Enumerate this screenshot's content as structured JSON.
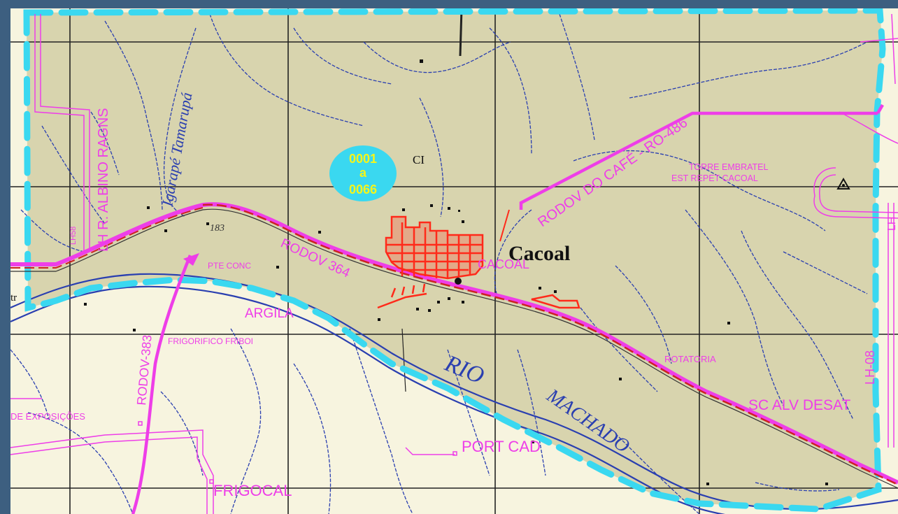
{
  "map": {
    "city_name": "Cacoal",
    "sector_badge": {
      "line1": "0001",
      "line2": "a",
      "line3": "0066"
    },
    "sector_code": "CI",
    "labels": {
      "rodov_cafe": "RODOV DO CAFÉ - RO-486",
      "torre": "TORRE EMBRATEL",
      "est_repet": "EST REPET CACOAL",
      "lh_albino": "LH R. ALBINO RAGNS",
      "lh_left_small": "LH58",
      "igarape": "Igarapé Tamarupá",
      "rodov364": "RODOV 364",
      "cacoal_small": "CACOAL",
      "pte_conc": "PTE CONC",
      "argila": "ARGILA",
      "frigorifico": "FRIGORIFICO FRIBOI",
      "rodov383": "RODOV-383",
      "exposicoes": "DE EXPOSIÇÕES",
      "rio": "RIO",
      "machado": "MACHADO",
      "rotatoria": "ROTATORIA",
      "scalv": "SC ALV DESAT",
      "lh08": "LH-08",
      "lh_right": "LH",
      "port_cad": "PORT CAD",
      "frigocal": "FRIGOCAL",
      "edge_left": "tr",
      "hill_label": "183"
    },
    "colors": {
      "urban_area": "#d8d4ae",
      "outside_area": "#f7f4df",
      "boundary": "#3ad8f0",
      "roads": "#ee3ee8",
      "rivers": "#2a3fb0",
      "urban_blocks": "#ff2a1a",
      "badge_fill": "#3ad8f0",
      "badge_text": "#f5f51a",
      "frame": "#3d5f80"
    }
  }
}
